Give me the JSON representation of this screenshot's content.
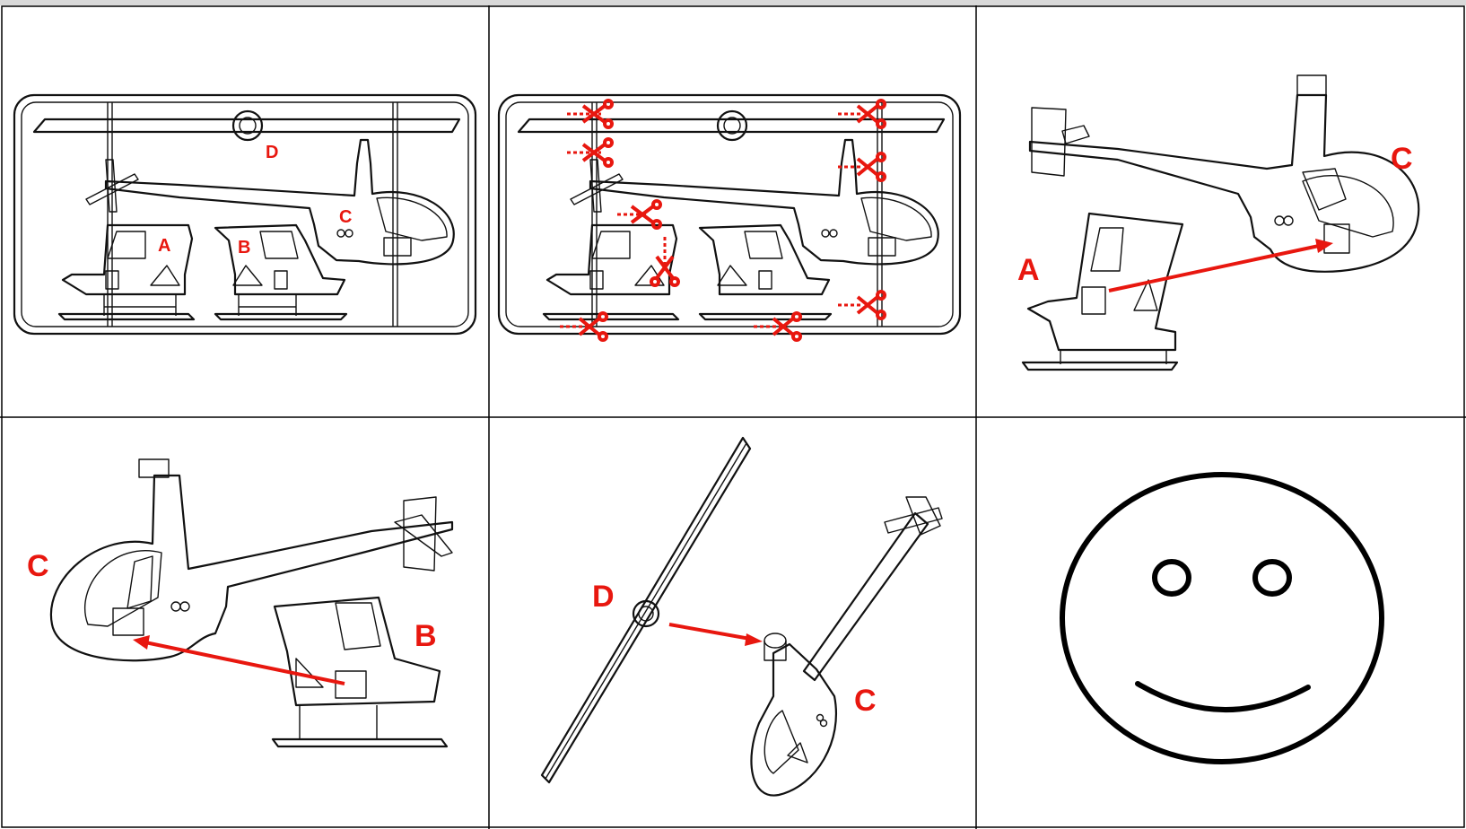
{
  "panels": [
    {
      "id": "panel-1",
      "labels": [
        "D",
        "A",
        "B",
        "C"
      ]
    },
    {
      "id": "panel-2",
      "labels": []
    },
    {
      "id": "panel-3",
      "labels": [
        "C",
        "A"
      ]
    },
    {
      "id": "panel-4",
      "labels": [
        "C",
        "B"
      ]
    },
    {
      "id": "panel-5",
      "labels": [
        "D",
        "C"
      ]
    },
    {
      "id": "panel-6",
      "labels": []
    }
  ],
  "colors": {
    "label": "#e8170f",
    "line": "#111111",
    "grid": "#000000"
  },
  "icons": [
    "scissors-icon",
    "arrow-icon",
    "smiley-icon"
  ]
}
